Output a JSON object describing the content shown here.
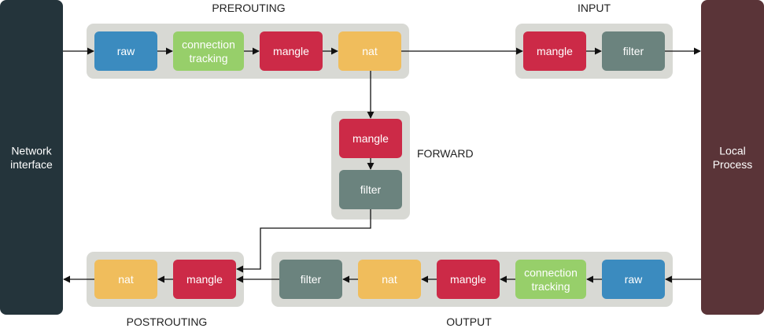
{
  "colors": {
    "background": "#ffffff",
    "group_bg": "#d8d9d4",
    "network_interface": "#24343b",
    "local_process": "#5a3438",
    "raw": "#3b8bbf",
    "connection_tracking": "#97cf6a",
    "mangle": "#cc2a47",
    "nat": "#f0bd5c",
    "filter": "#6b837e",
    "node_text": "#ffffff",
    "label_text": "#222222",
    "arrow": "#111111"
  },
  "endpoints": {
    "network_interface": [
      "Network",
      "interface"
    ],
    "local_process": [
      "Local",
      "Process"
    ]
  },
  "chains": {
    "prerouting": {
      "label": "PREROUTING",
      "nodes": [
        {
          "type": "raw",
          "text": [
            "raw"
          ]
        },
        {
          "type": "connection_tracking",
          "text": [
            "connection",
            "tracking"
          ]
        },
        {
          "type": "mangle",
          "text": [
            "mangle"
          ]
        },
        {
          "type": "nat",
          "text": [
            "nat"
          ]
        }
      ]
    },
    "input": {
      "label": "INPUT",
      "nodes": [
        {
          "type": "mangle",
          "text": [
            "mangle"
          ]
        },
        {
          "type": "filter",
          "text": [
            "filter"
          ]
        }
      ]
    },
    "forward": {
      "label": "FORWARD",
      "nodes": [
        {
          "type": "mangle",
          "text": [
            "mangle"
          ]
        },
        {
          "type": "filter",
          "text": [
            "filter"
          ]
        }
      ]
    },
    "postrouting": {
      "label": "POSTROUTING",
      "nodes": [
        {
          "type": "nat",
          "text": [
            "nat"
          ]
        },
        {
          "type": "mangle",
          "text": [
            "mangle"
          ]
        }
      ]
    },
    "output": {
      "label": "OUTPUT",
      "nodes": [
        {
          "type": "filter",
          "text": [
            "filter"
          ]
        },
        {
          "type": "nat",
          "text": [
            "nat"
          ]
        },
        {
          "type": "mangle",
          "text": [
            "mangle"
          ]
        },
        {
          "type": "connection_tracking",
          "text": [
            "connection",
            "tracking"
          ]
        },
        {
          "type": "raw",
          "text": [
            "raw"
          ]
        }
      ]
    }
  }
}
